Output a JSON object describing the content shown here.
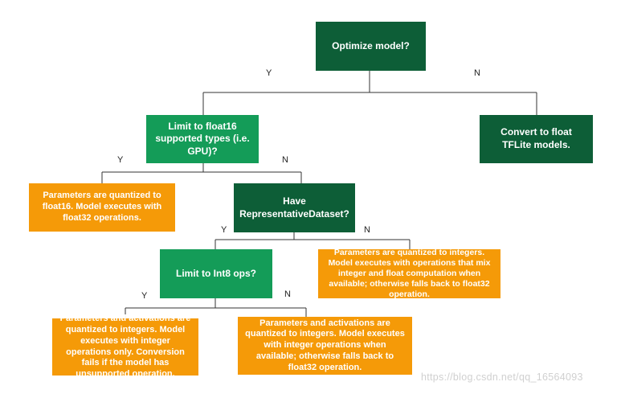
{
  "nodes": {
    "optimize": "Optimize model?",
    "limit_float16": "Limit to float16 supported types (i.e. GPU)?",
    "convert_float": "Convert to float TFLite models.",
    "float16_result": "Parameters are quantized to float16. Model executes with float32 operations.",
    "have_dataset": "Have RepresentativeDataset?",
    "limit_int8": "Limit to Int8 ops?",
    "mixed_result": "Parameters are quantized to integers. Model executes with operations that mix integer and float computation when available; otherwise falls back to float32 operation.",
    "int8_only_result": "Parameters and activations are quantized to integers. Model executes with integer operations only. Conversion fails if the model has unsupported operation.",
    "int8_fallback_result": "Parameters and activations are quantized to integers. Model executes with integer operations when available; otherwise falls back to float32 operation."
  },
  "edge_labels": {
    "optimize_yes": "Y",
    "optimize_no": "N",
    "float16_yes": "Y",
    "float16_no": "N",
    "dataset_yes": "Y",
    "dataset_no": "N",
    "int8_yes": "Y",
    "int8_no": "N"
  },
  "watermark": "https://blog.csdn.net/qq_16564093",
  "colors": {
    "decision_dark": "#0d5e37",
    "decision_green": "#149c58",
    "result_orange": "#f59a08",
    "connector": "#333333"
  }
}
